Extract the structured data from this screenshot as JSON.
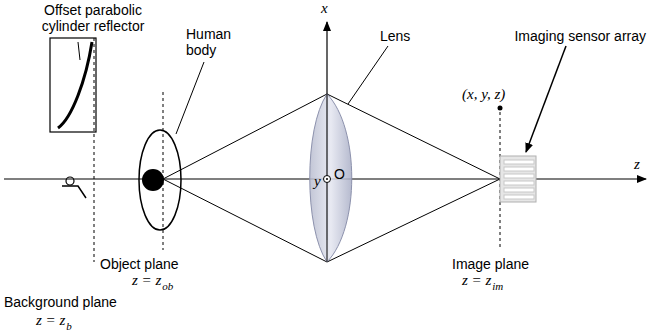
{
  "diagram": {
    "labels": [
      "Offset parabolic cylinder reflector",
      "Human body",
      "Lens",
      "x",
      "(x, y, z)",
      "Imaging sensor array",
      "y",
      "O",
      "z",
      "Object plane",
      "z = z",
      "ob",
      "Image plane",
      "z = z",
      "im",
      "Background plane",
      "z = z",
      "b"
    ]
  }
}
